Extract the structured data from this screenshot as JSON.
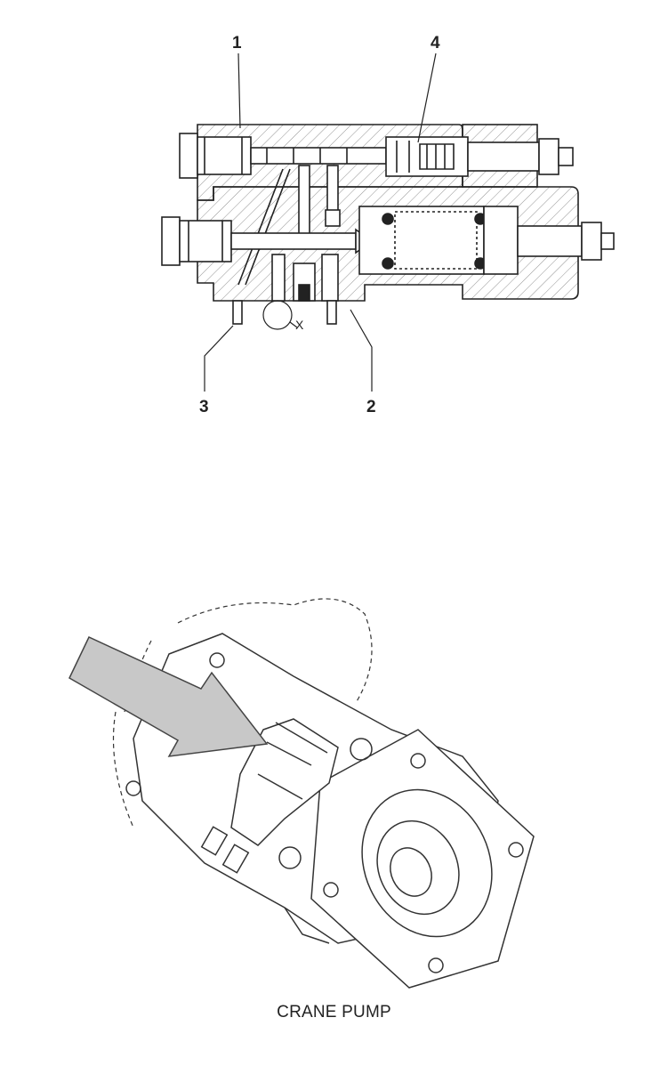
{
  "section_view": {
    "callouts": [
      {
        "id": "1",
        "label": "1"
      },
      {
        "id": "4",
        "label": "4"
      },
      {
        "id": "3",
        "label": "3"
      },
      {
        "id": "2",
        "label": "2"
      }
    ],
    "detail_mark": "X"
  },
  "pump_view": {
    "caption": "CRANE PUMP",
    "arrow_color": "#c8c8c8"
  }
}
